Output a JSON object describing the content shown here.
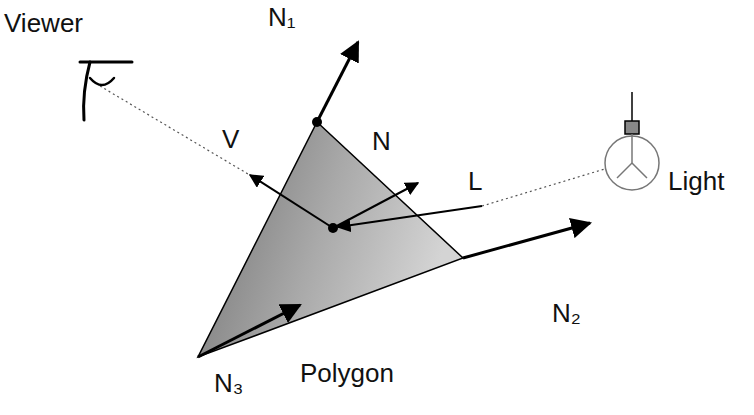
{
  "diagram": {
    "labels": [
      "Viewer",
      "N₁",
      "V",
      "N",
      "L",
      "Light",
      "N₂",
      "N₃",
      "Polygon"
    ]
  }
}
